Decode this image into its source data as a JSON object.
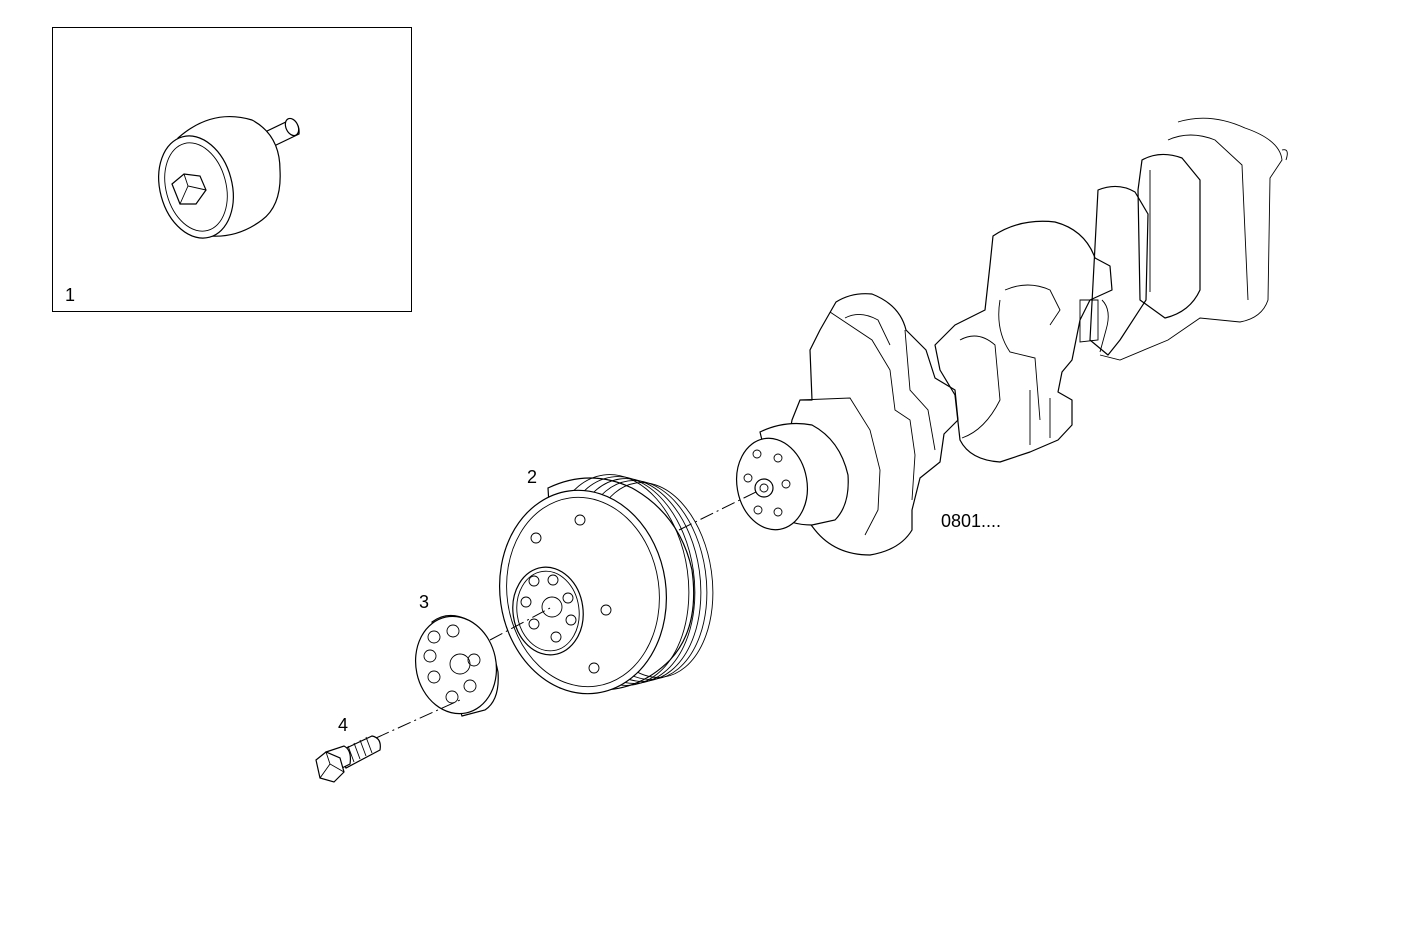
{
  "diagram": {
    "inset": {
      "callout": "1"
    },
    "callouts": [
      {
        "id": "pulley",
        "text": "2"
      },
      {
        "id": "washer",
        "text": "3"
      },
      {
        "id": "bolt",
        "text": "4"
      }
    ],
    "reference": {
      "text": "0801...."
    }
  }
}
